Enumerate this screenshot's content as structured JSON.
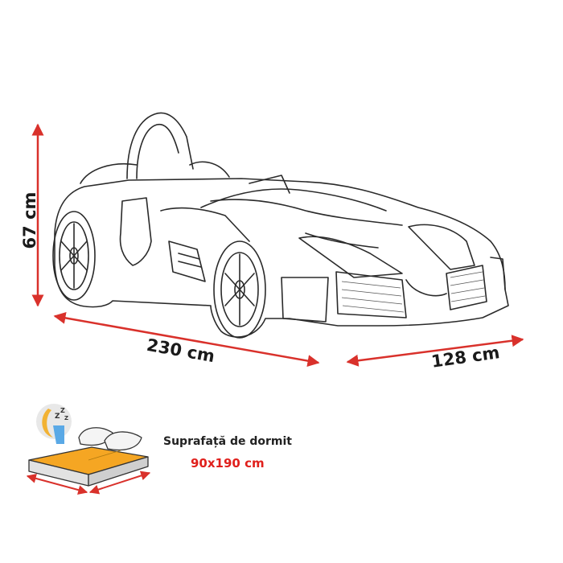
{
  "dimensions": {
    "height": "67 cm",
    "length": "230 cm",
    "width": "128 cm"
  },
  "sleeping_area": {
    "label": "Suprafață de dormit",
    "value": "90x190 cm"
  },
  "colors": {
    "dimension_line": "#d9312b",
    "mattress": "#f5a623",
    "sleep_value": "#e0201c",
    "sketch": "#2a2a2a"
  },
  "icons": [
    "car-bed-sketch",
    "moon-sleep-icon",
    "mattress-bed-icon"
  ]
}
